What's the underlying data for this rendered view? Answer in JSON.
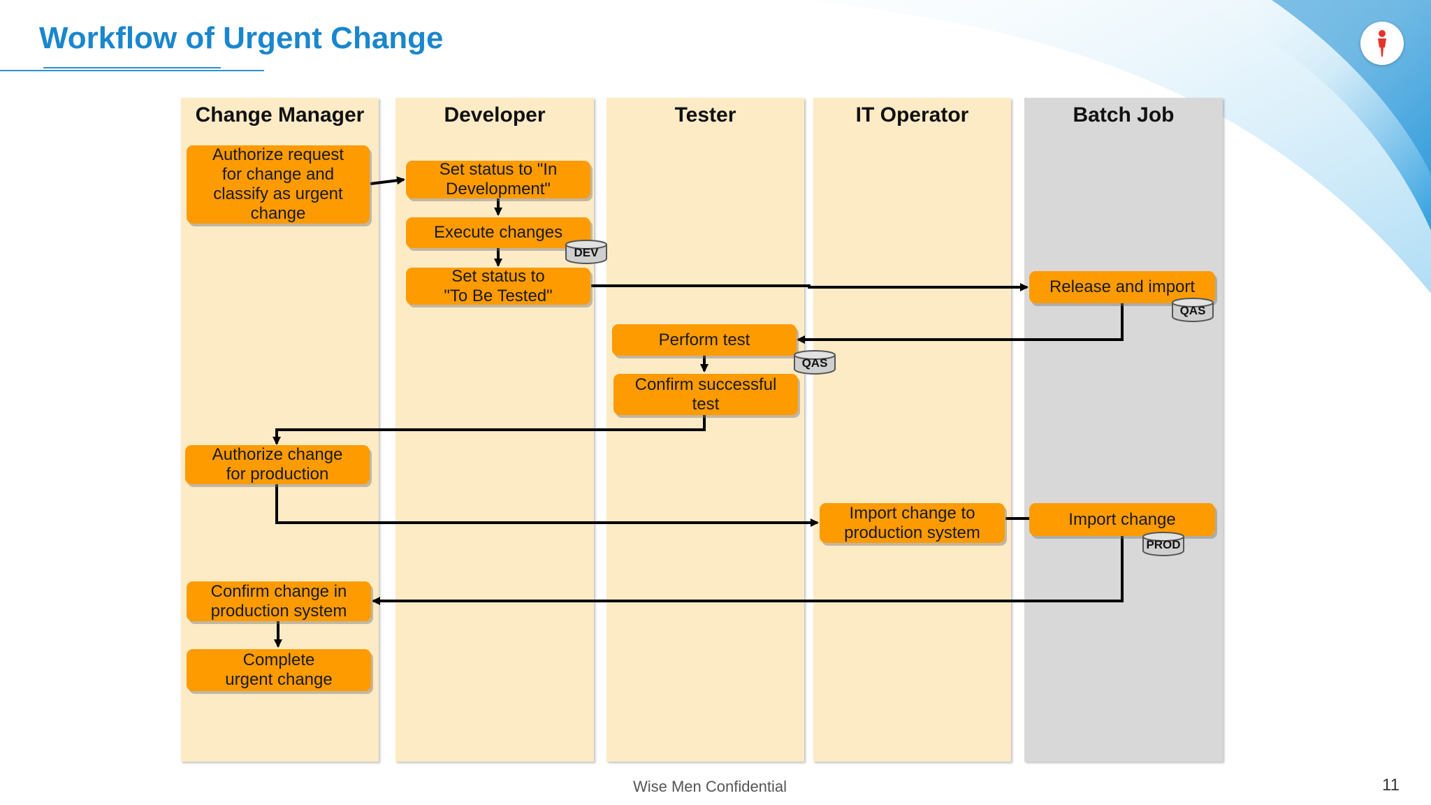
{
  "slide": {
    "title": "Workflow of Urgent Change",
    "footer": "Wise Men Confidential",
    "page_number": "11",
    "accent_color": "#1a86cc",
    "logo_icon": "person-icon"
  },
  "diagram": {
    "type": "swimlane-flowchart",
    "colors": {
      "lane": "#fdebc6",
      "lane_batch": "#d8d8d8",
      "step": "#fd9b00",
      "arrow": "#000000"
    },
    "lanes": {
      "change_manager": "Change Manager",
      "developer": "Developer",
      "tester": "Tester",
      "it_operator": "IT Operator",
      "batch_job": "Batch Job"
    },
    "steps": {
      "authorize_request": [
        "Authorize request",
        "for change and",
        "classify as urgent",
        "change"
      ],
      "set_in_development": [
        "Set status to \"In",
        "Development\""
      ],
      "execute_changes": [
        "Execute changes"
      ],
      "set_to_be_tested": [
        "Set status  to",
        "\"To Be Tested\""
      ],
      "release_import": [
        "Release and import"
      ],
      "perform_test": [
        "Perform test"
      ],
      "confirm_test": [
        "Confirm successful",
        "test"
      ],
      "authorize_production": [
        "Authorize change",
        "for production"
      ],
      "import_to_production": [
        "Import change to",
        "production system"
      ],
      "import_change": [
        "Import change"
      ],
      "confirm_in_production": [
        "Confirm change in",
        "production system"
      ],
      "complete_change": [
        "Complete",
        "urgent change"
      ]
    },
    "systems": {
      "dev": "DEV",
      "qas_batch": "QAS",
      "qas_tester": "QAS",
      "prod": "PROD"
    }
  }
}
